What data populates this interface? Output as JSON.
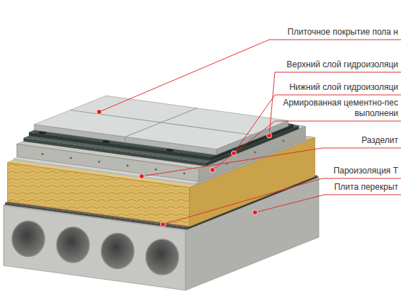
{
  "diagram": {
    "labels": [
      "Плиточное покрытие пола н",
      "Верхний слой гидроизоляци",
      "Нижний слой гидроизоляци",
      "Армированная цементно-пес выполнени",
      "Разделит",
      "Пароизоляция Т",
      "Плита перекрыт"
    ]
  }
}
